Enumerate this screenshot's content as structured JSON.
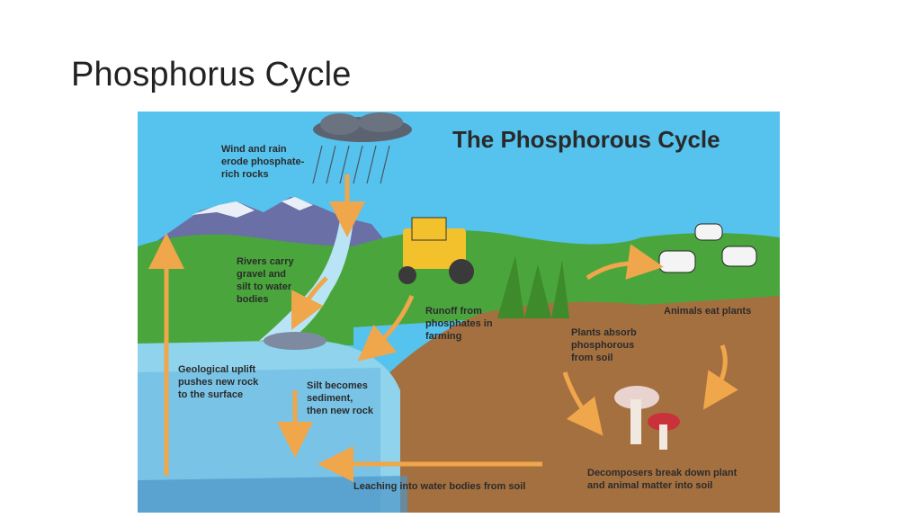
{
  "slide": {
    "title": "Phosphorus Cycle"
  },
  "figure": {
    "title": "The Phosphorous Cycle",
    "labels": {
      "wind_rain": [
        "Wind and rain",
        "erode phosphate-",
        "rich rocks"
      ],
      "rivers": [
        "Rivers carry",
        "gravel and",
        "silt to water",
        "bodies"
      ],
      "runoff": [
        "Runoff from",
        "phosphates in",
        "farming"
      ],
      "animals": [
        "Animals eat plants"
      ],
      "plants_absorb": [
        "Plants absorb",
        "phosphorous",
        "from soil"
      ],
      "uplift": [
        "Geological uplift",
        "pushes new rock",
        "to the surface"
      ],
      "silt": [
        "Silt becomes",
        "sediment,",
        "then new rock"
      ],
      "decomposers": [
        "Decomposers break down plant",
        "and animal matter into soil"
      ],
      "leaching": [
        "Leaching into water bodies from soil"
      ]
    },
    "colors": {
      "sky": "#55c3ee",
      "grass": "#4aa63c",
      "soil": "#a47040",
      "water": "#8fd3ec",
      "arrow": "#f0a64a",
      "mountain": "#6a6fa6"
    }
  }
}
